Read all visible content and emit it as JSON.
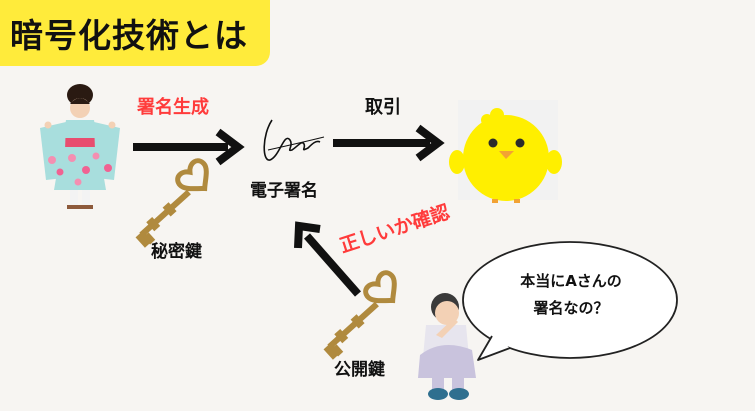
{
  "title": "暗号化技術とは",
  "labels": {
    "signature_generation": "署名生成",
    "transaction": "取引",
    "digital_signature": "電子署名",
    "private_key": "秘密鍵",
    "verify_correct": "正しいか確認",
    "public_key": "公開鍵"
  },
  "speech_bubble": {
    "line1": "本当にAさんの",
    "line2": "署名なの？"
  },
  "colors": {
    "title_bg": "#ffeb3b",
    "accent_red": "#ff3b3b",
    "key_gold": "#b08a3e"
  },
  "icons": [
    "kimono-woman-illustration",
    "key-icon",
    "signature-icon",
    "chick-illustration",
    "worried-man-illustration"
  ]
}
